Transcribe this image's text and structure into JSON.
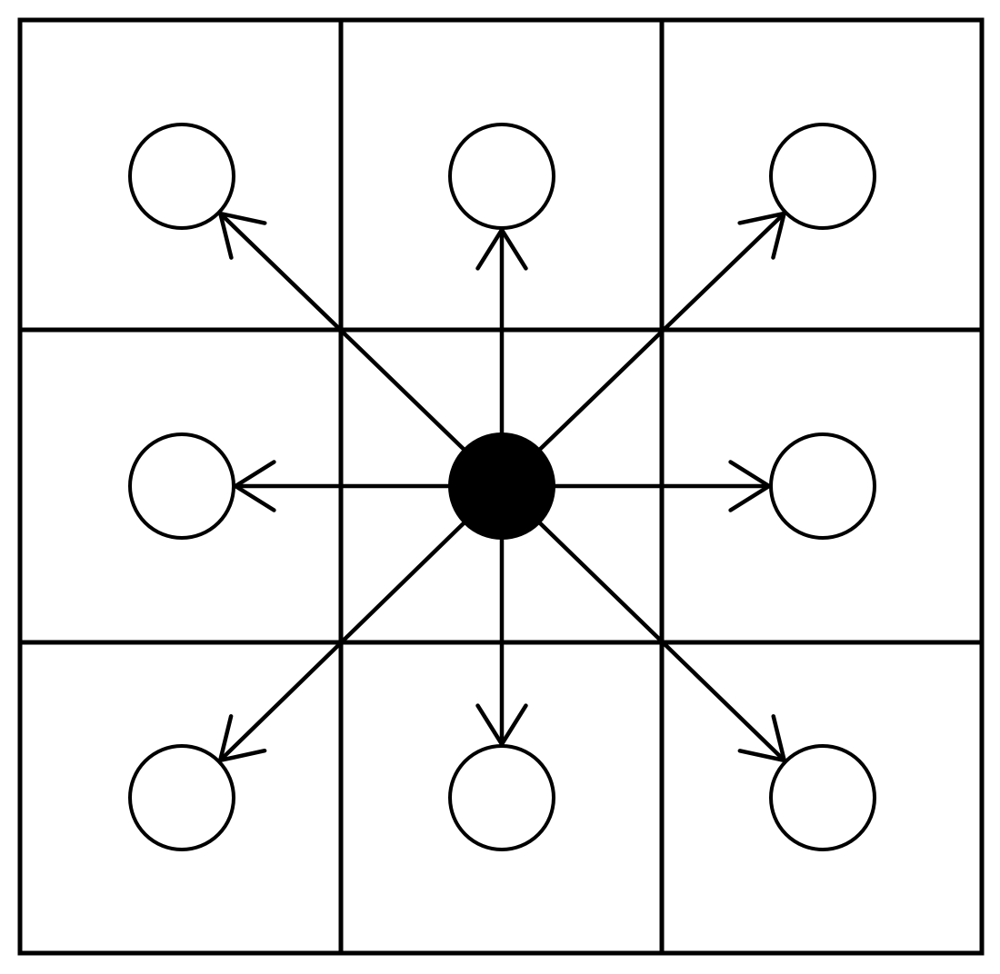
{
  "diagram": {
    "type": "grid-neighborhood",
    "grid": {
      "rows": 3,
      "cols": 3
    },
    "center": {
      "row": 1,
      "col": 1,
      "style": "filled"
    },
    "neighbors": [
      {
        "row": 0,
        "col": 0,
        "style": "hollow"
      },
      {
        "row": 0,
        "col": 1,
        "style": "hollow"
      },
      {
        "row": 0,
        "col": 2,
        "style": "hollow"
      },
      {
        "row": 1,
        "col": 0,
        "style": "hollow"
      },
      {
        "row": 1,
        "col": 2,
        "style": "hollow"
      },
      {
        "row": 2,
        "col": 0,
        "style": "hollow"
      },
      {
        "row": 2,
        "col": 1,
        "style": "hollow"
      },
      {
        "row": 2,
        "col": 2,
        "style": "hollow"
      }
    ],
    "arrow_count": 8,
    "colors": {
      "stroke": "#000000",
      "background": "#ffffff",
      "center_fill": "#000000"
    }
  }
}
